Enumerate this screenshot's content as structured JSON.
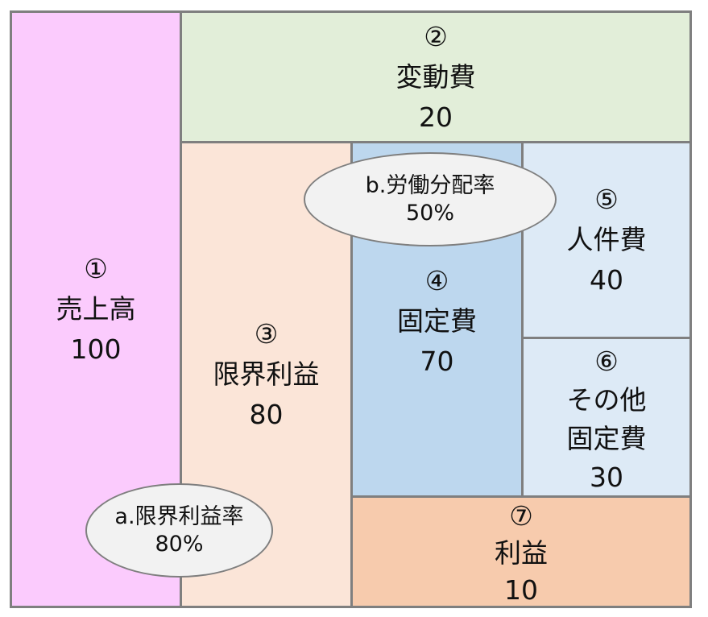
{
  "diagram": {
    "colors": {
      "border": "#7f7f7f",
      "sales": "#fbcbfd",
      "variable_cost": "#e2eed9",
      "marginal_profit": "#fbe5d8",
      "fixed_cost": "#bdd7ee",
      "personnel_cost": "#ddeaf6",
      "other_fixed_cost": "#ddeaf6",
      "profit": "#f7cbad",
      "ratio_ellipse": "#f2f2f2"
    },
    "blocks": {
      "sales": {
        "num": "①",
        "label": "売上高",
        "value": "100"
      },
      "variable_cost": {
        "num": "②",
        "label": "変動費",
        "value": "20"
      },
      "marginal_profit": {
        "num": "③",
        "label": "限界利益",
        "value": "80"
      },
      "fixed_cost": {
        "num": "④",
        "label": "固定費",
        "value": "70"
      },
      "personnel_cost": {
        "num": "⑤",
        "label": "人件費",
        "value": "40"
      },
      "other_fixed_cost": {
        "num": "⑥",
        "label_line1": "その他",
        "label_line2": "固定費",
        "value": "30"
      },
      "profit": {
        "num": "⑦",
        "label": "利益",
        "value": "10"
      }
    },
    "ratios": {
      "marginal_profit_ratio": {
        "label": "a.限界利益率",
        "value": "80%"
      },
      "labor_share": {
        "label": "b.労働分配率",
        "value": "50%"
      }
    }
  }
}
